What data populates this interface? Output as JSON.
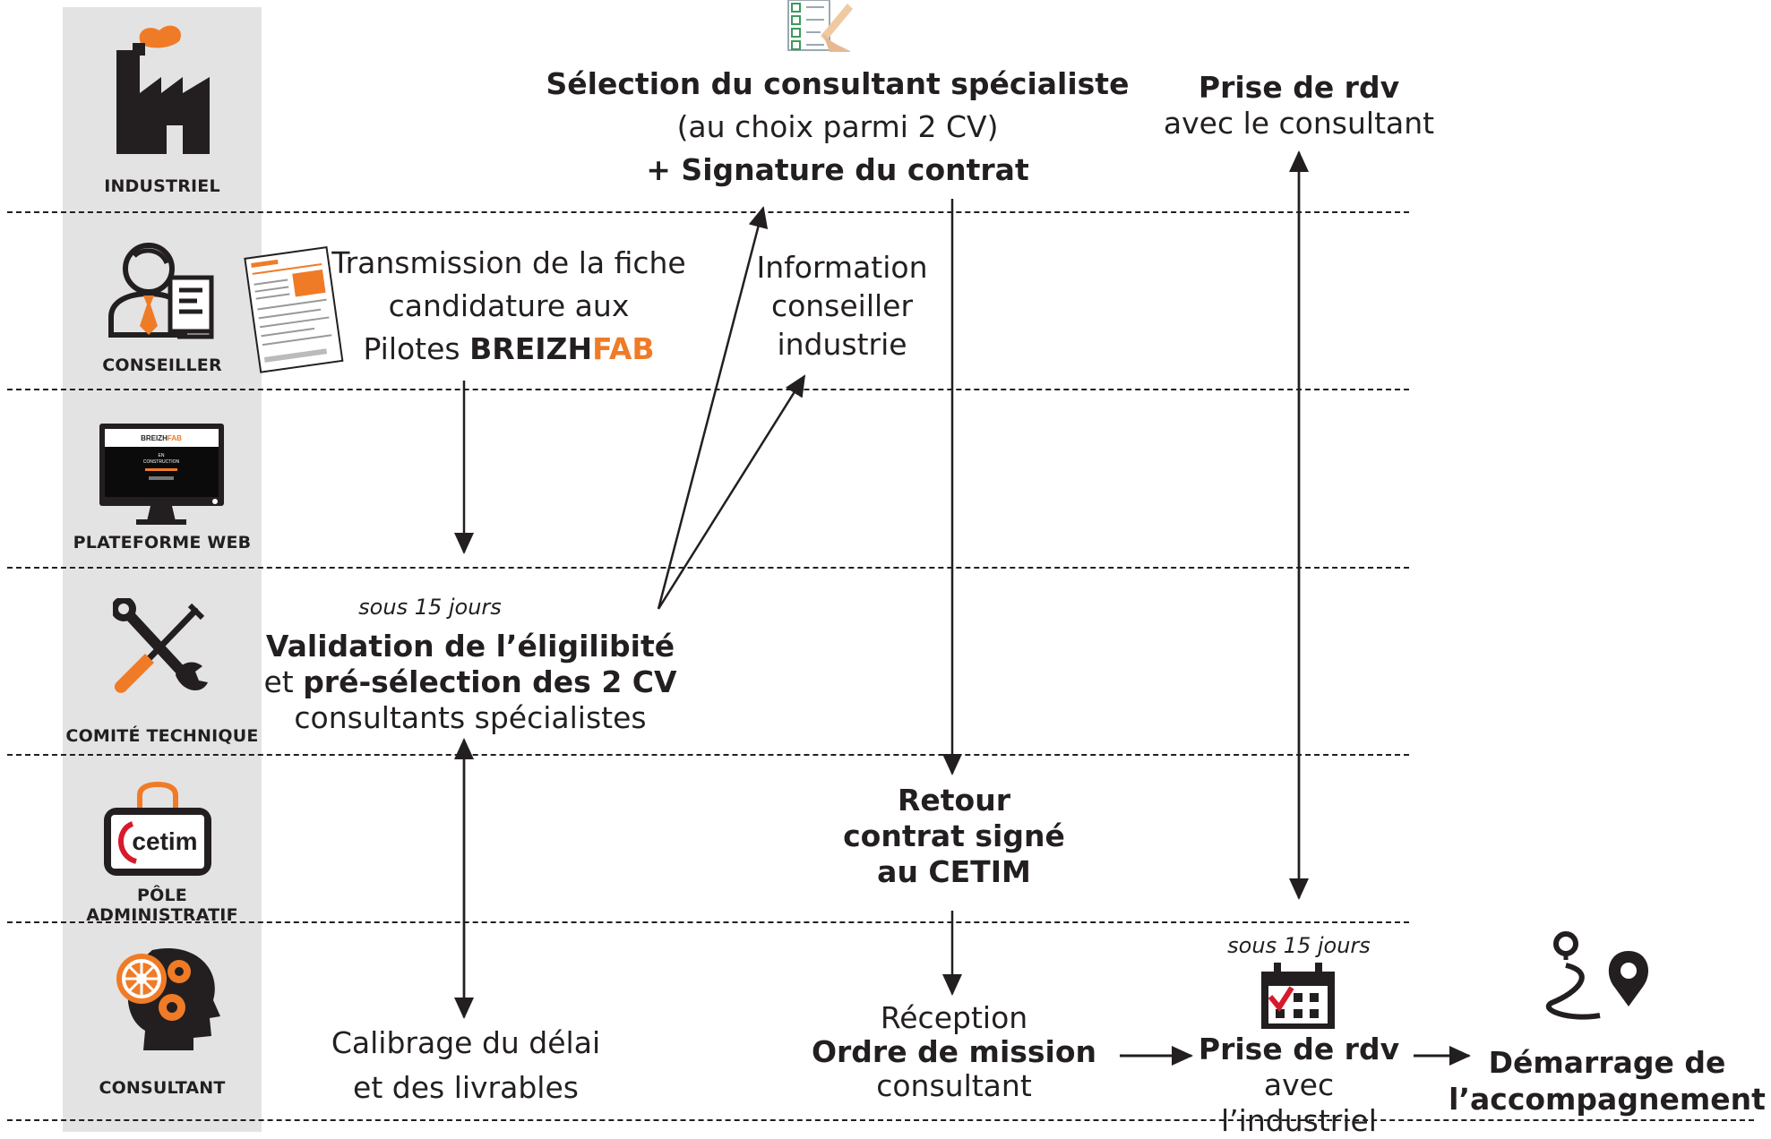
{
  "lanes": [
    {
      "label": "INDUSTRIEL",
      "icon": "factory-icon"
    },
    {
      "label": "CONSEILLER",
      "icon": "advisor-icon"
    },
    {
      "label": "PLATEFORME WEB",
      "icon": "monitor-icon"
    },
    {
      "label": "COMITÉ TECHNIQUE",
      "icon": "tools-icon"
    },
    {
      "label": "PÔLE ADMINISTRATIF",
      "icon": "cetim-logo-icon"
    },
    {
      "label": "CONSULTANT",
      "icon": "head-gears-icon"
    }
  ],
  "colors": {
    "accent": "#f07b27",
    "sidebar": "#e3e3e3",
    "text": "#231f20"
  },
  "web_screen": {
    "brand_a": "BREIZH",
    "brand_b": "FAB",
    "status_1": "EN",
    "status_2": "CONSTRUCTION"
  },
  "cetim_logo_text": "cetim",
  "steps": {
    "selection": {
      "title": "Sélection du consultant spécialiste",
      "sub": "(au choix parmi 2 CV)",
      "extra": "+ Signature du contrat"
    },
    "rdv_consultant": {
      "title": "Prise de rdv",
      "sub": "avec le consultant"
    },
    "transmission": {
      "line1": "Transmission de la fiche",
      "line2": "candidature aux",
      "line3_prefix": "Pilotes ",
      "brand_a": "BREIZH",
      "brand_b": "FAB"
    },
    "information": {
      "line1": "Information",
      "line2": "conseiller",
      "line3": "industrie"
    },
    "validation": {
      "delay": "sous 15 jours",
      "line1": "Validation de l’éligilibité",
      "line2_prefix": "et ",
      "line2_bold": "pré-sélection des 2 CV",
      "line3": "consultants spécialistes"
    },
    "retour": {
      "line1": "Retour",
      "line2": "contrat signé",
      "line3": "au CETIM"
    },
    "calibrage": {
      "line1": "Calibrage du délai",
      "line2": "et des livrables"
    },
    "reception": {
      "line1": "Réception",
      "line2": "Ordre de mission",
      "line3": "consultant"
    },
    "rdv_industriel": {
      "delay": "sous 15 jours",
      "title": "Prise de rdv",
      "sub": "avec l’industriel"
    },
    "demarrage": {
      "line1": "Démarrage de",
      "line2": "l’accompagnement"
    }
  }
}
